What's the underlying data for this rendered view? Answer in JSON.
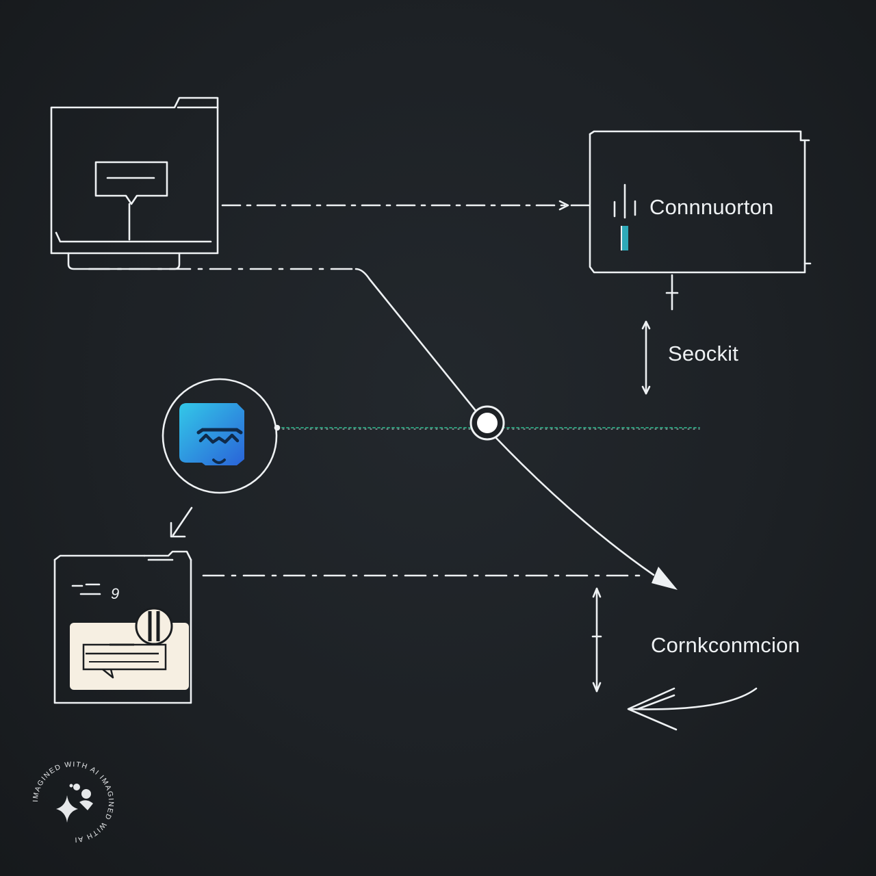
{
  "labels": {
    "connection_top": "Connnuorton",
    "socket": "Seockit",
    "connection_bottom": "Cornkconmcion"
  },
  "watermark": {
    "text": "IMAGINED WITH AI IMAGINED WITH AI",
    "icon": "sparkle-people-icon"
  },
  "colors": {
    "background": "#1c2024",
    "stroke": "#eef1f3",
    "accent_cyan": "#2fa9b8",
    "accent_blue": "#2f7fe0",
    "accent_green": "#1f8a6a",
    "card_fill": "#f6efe2"
  },
  "icons": {
    "top_left": "browser-window-icon",
    "top_right": "server-panel-icon",
    "middle": "chat-bot-icon",
    "bottom_left": "app-window-icon",
    "junction": "node-circle-icon"
  }
}
